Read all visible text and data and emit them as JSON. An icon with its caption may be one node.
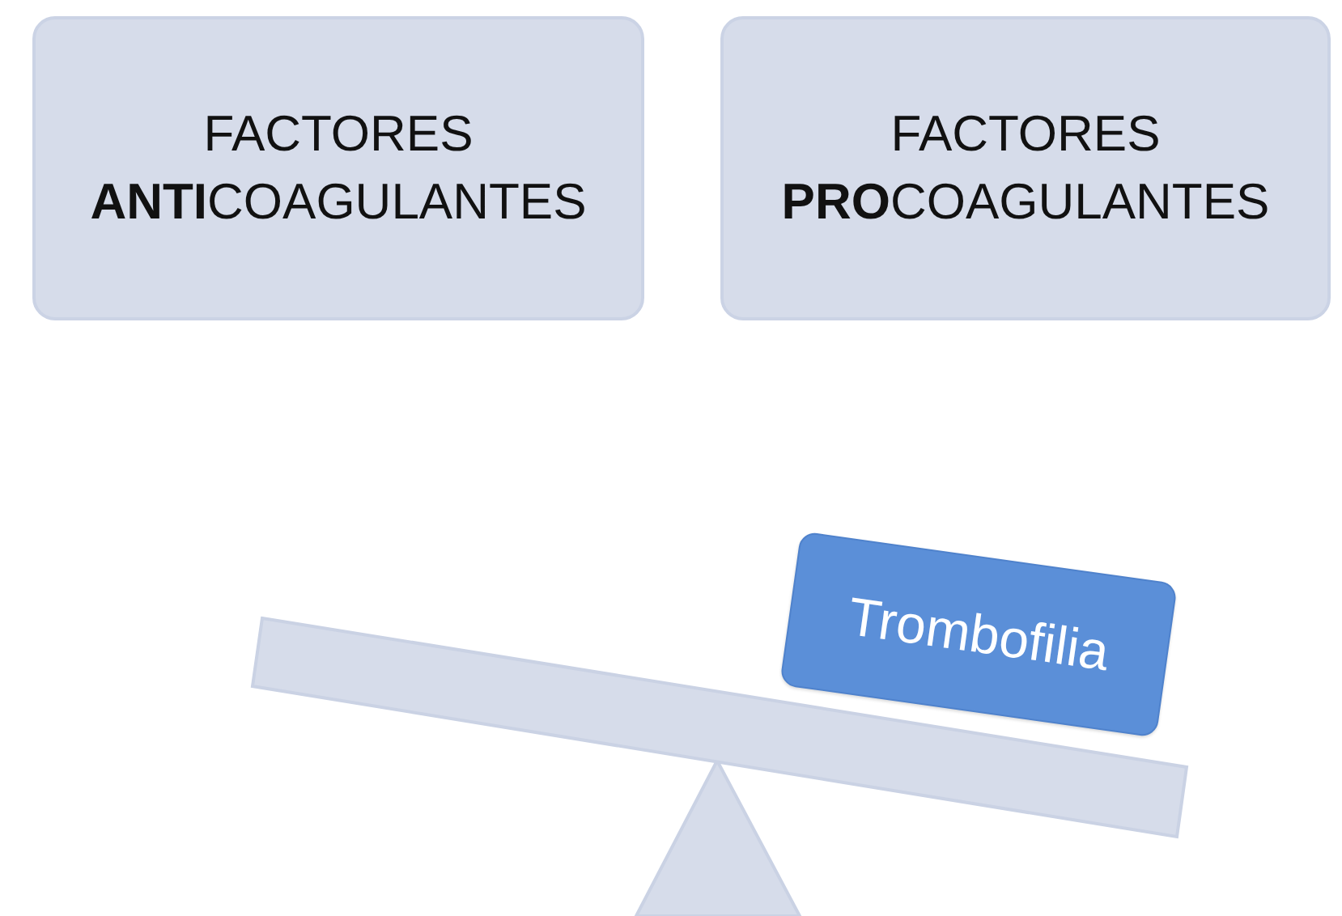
{
  "diagram": {
    "nodes": [
      {
        "text": [
          "FACTORES **ANTI**COAGULANTES"
        ]
      },
      {
        "text": [
          "FACTORES **PRO**COAGULANTES"
        ]
      },
      {
        "text": [
          "Trombofilia"
        ]
      }
    ]
  }
}
